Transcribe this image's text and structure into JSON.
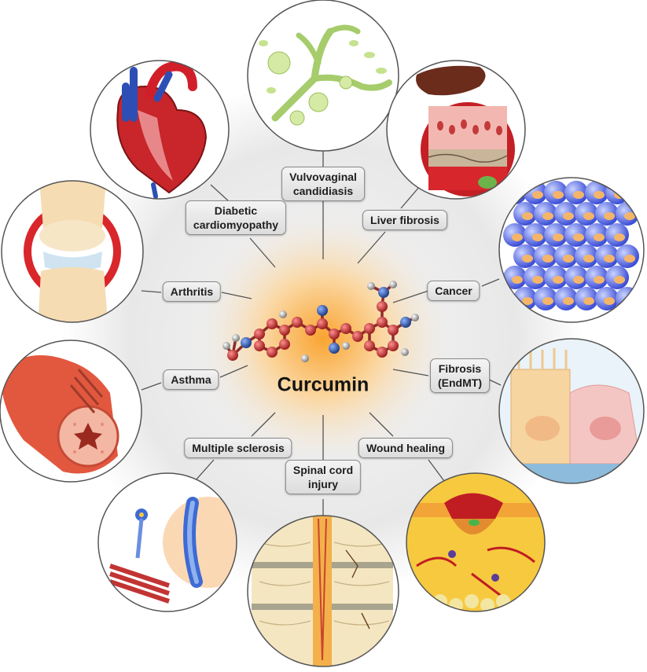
{
  "center": {
    "title": "Curcumin"
  },
  "conditions": [
    {
      "id": "vulvovaginal-candidiasis",
      "lines": [
        "Vulvovaginal",
        "candidiasis"
      ],
      "icon": "fungus-hyphae-icon"
    },
    {
      "id": "liver-fibrosis",
      "lines": [
        "Liver fibrosis"
      ],
      "icon": "liver-tissue-icon"
    },
    {
      "id": "cancer",
      "lines": [
        "Cancer"
      ],
      "icon": "tumor-cell-cluster-icon"
    },
    {
      "id": "fibrosis-endmt",
      "lines": [
        "Fibrosis",
        "(EndMT)"
      ],
      "icon": "endothelial-cells-icon"
    },
    {
      "id": "wound-healing",
      "lines": [
        "Wound healing"
      ],
      "icon": "skin-wound-icon"
    },
    {
      "id": "spinal-cord-injury",
      "lines": [
        "Spinal cord",
        "injury"
      ],
      "icon": "spine-section-icon"
    },
    {
      "id": "multiple-sclerosis",
      "lines": [
        "Multiple sclerosis"
      ],
      "icon": "neuron-myelin-icon"
    },
    {
      "id": "asthma",
      "lines": [
        "Asthma"
      ],
      "icon": "airway-bronchus-icon"
    },
    {
      "id": "arthritis",
      "lines": [
        "Arthritis"
      ],
      "icon": "knee-joint-icon"
    },
    {
      "id": "diabetic-cardiomyopathy",
      "lines": [
        "Diabetic",
        "cardiomyopathy"
      ],
      "icon": "heart-icon"
    }
  ],
  "colors": {
    "glow_center": "#f8a33a",
    "glow_outer": "#d9d9d9",
    "carbon": "#b23b3b",
    "oxygen": "#2f5fa8",
    "hydrogen": "#9a9a9a",
    "circle_border": "#555555"
  }
}
